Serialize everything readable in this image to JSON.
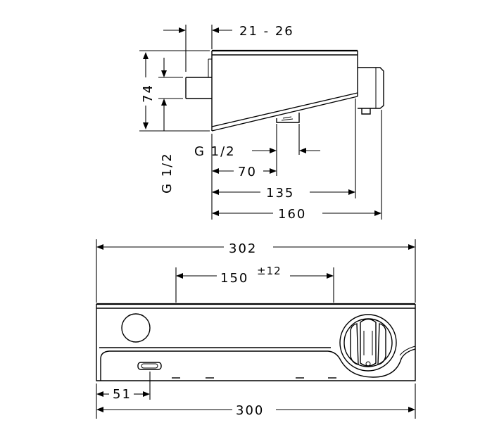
{
  "side_view": {
    "dim_offset": "21 - 26",
    "dim_height": "74",
    "dim_thread_vertical": "G 1/2",
    "dim_thread_horizontal": "G 1/2",
    "dim_70": "70",
    "dim_135": "135",
    "dim_160": "160"
  },
  "front_view": {
    "dim_total_width": "302",
    "dim_center_distance": "150",
    "dim_tolerance": "±12",
    "dim_left_offset": "51",
    "dim_body_width": "300"
  }
}
